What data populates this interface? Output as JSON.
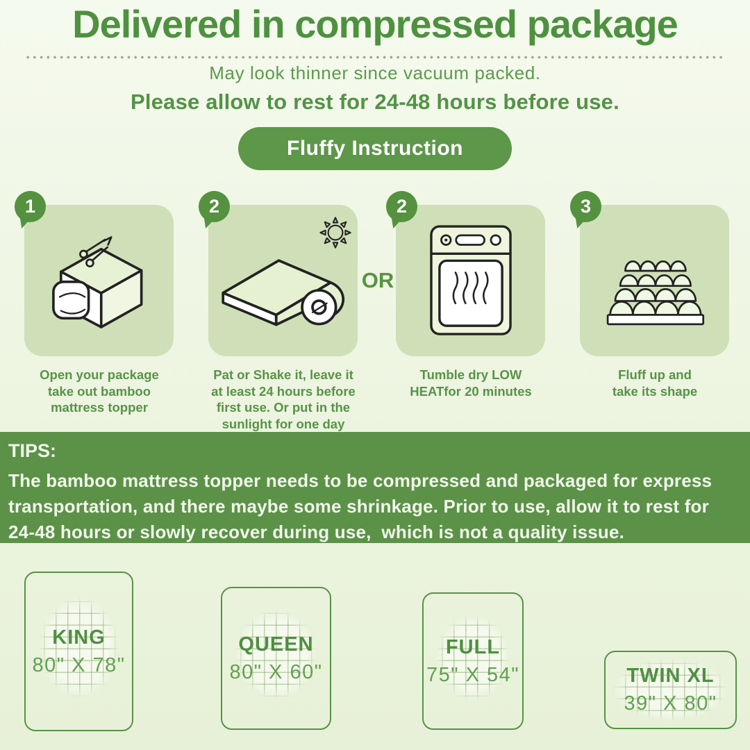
{
  "header": {
    "title": "Delivered in compressed package",
    "subtitle_1": "May look thinner since vacuum packed.",
    "subtitle_2": "Please allow to rest for 24-48 hours before use.",
    "button_label": "Fluffy Instruction"
  },
  "steps": {
    "or_label": "OR",
    "items": [
      {
        "number": "1",
        "icon": "package-box-scissors-icon",
        "caption": "Open your package\ntake out bamboo\nmattress topper"
      },
      {
        "number": "2",
        "icon": "rolled-topper-sun-icon",
        "caption": "Pat or Shake it, leave it\nat least 24 hours before\nfirst use. Or put in the\nsunlight for one day"
      },
      {
        "number": "2",
        "icon": "tumble-dryer-icon",
        "caption": "Tumble dry LOW\nHEATfor 20 minutes"
      },
      {
        "number": "3",
        "icon": "fluffy-topper-icon",
        "caption": "Fluff up and\ntake its shape"
      }
    ]
  },
  "tips": {
    "heading": "TIPS:",
    "body": "The bamboo mattress topper needs to be compressed and packaged for express\ntransportation, and there maybe some shrinkage. Prior to use, allow it to rest for\n24-48 hours or slowly recover during use,  which is not a quality issue."
  },
  "sizes": [
    {
      "name": "KING",
      "dimensions": "80\" X 78\""
    },
    {
      "name": "QUEEN",
      "dimensions": "80\" X 60\""
    },
    {
      "name": "FULL",
      "dimensions": "75\" X 54\""
    },
    {
      "name": "TWIN XL",
      "dimensions": "39\" X 80\""
    }
  ],
  "colors": {
    "accent_green": "#5b9247",
    "title_green": "#4e9140",
    "card_green": "#cfe0b8",
    "background_top": "#f5faee",
    "background_bottom": "#e7f1d7",
    "tips_text": "#f2f6ec"
  }
}
